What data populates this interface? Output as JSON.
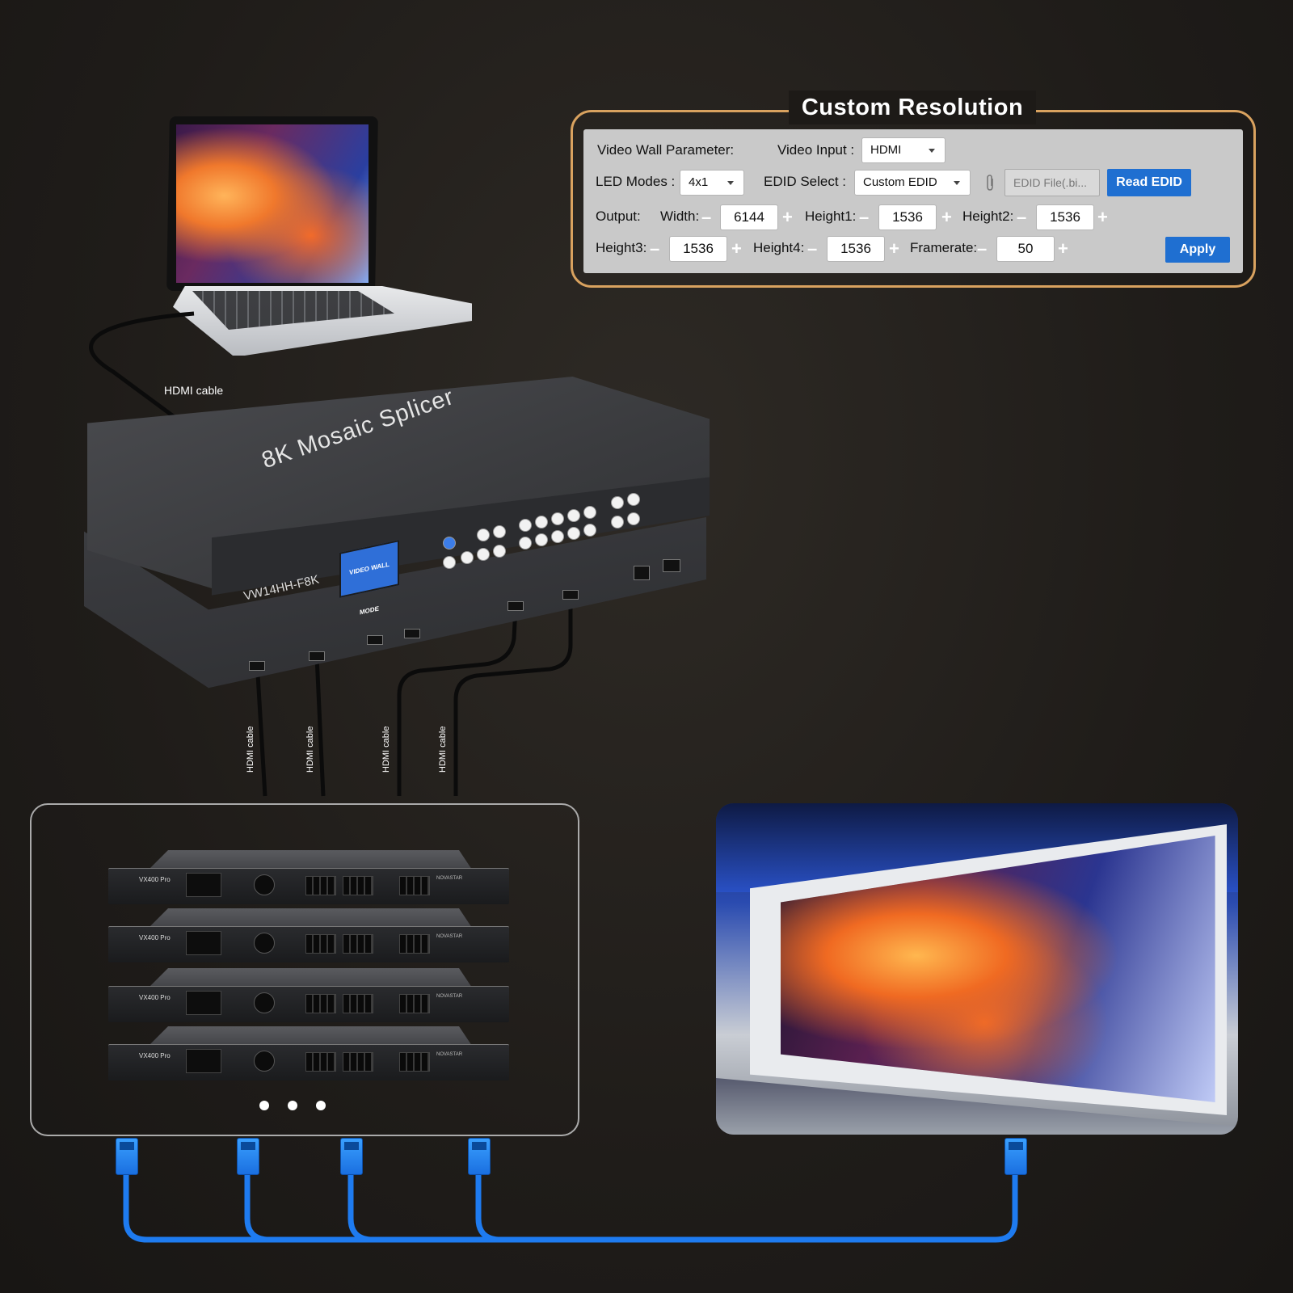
{
  "panel": {
    "title": "Custom Resolution",
    "video_wall_parameter_label": "Video Wall Parameter:",
    "video_input_label": "Video Input :",
    "video_input_value": "HDMI",
    "led_modes_label": "LED Modes :",
    "led_modes_value": "4x1",
    "edid_select_label": "EDID Select :",
    "edid_select_value": "Custom EDID",
    "edid_file_placeholder": "EDID File(.bi...",
    "read_edid_label": "Read EDID",
    "output_label": "Output:",
    "width_label": "Width:",
    "width_value": "6144",
    "height1_label": "Height1:",
    "height1_value": "1536",
    "height2_label": "Height2:",
    "height2_value": "1536",
    "height3_label": "Height3:",
    "height3_value": "1536",
    "height4_label": "Height4:",
    "height4_value": "1536",
    "framerate_label": "Framerate:",
    "framerate_value": "50",
    "apply_label": "Apply",
    "minus": "–",
    "plus": "+"
  },
  "device": {
    "title": "8K Mosaic Splicer",
    "model": "VW14HH-F8K",
    "lcd_text": "VIDEO WALL MODE"
  },
  "cables": {
    "top_label": "HDMI cable",
    "out_labels": [
      "HDMI cable",
      "HDMI cable",
      "HDMI cable",
      "HDMI cable"
    ]
  },
  "controllers": {
    "name": "VX400 Pro",
    "brand": "NOVASTAR"
  },
  "colors": {
    "panel_border": "#d9a25f",
    "button_blue": "#1f6fd1",
    "cable_blue": "#1e7bf0"
  }
}
